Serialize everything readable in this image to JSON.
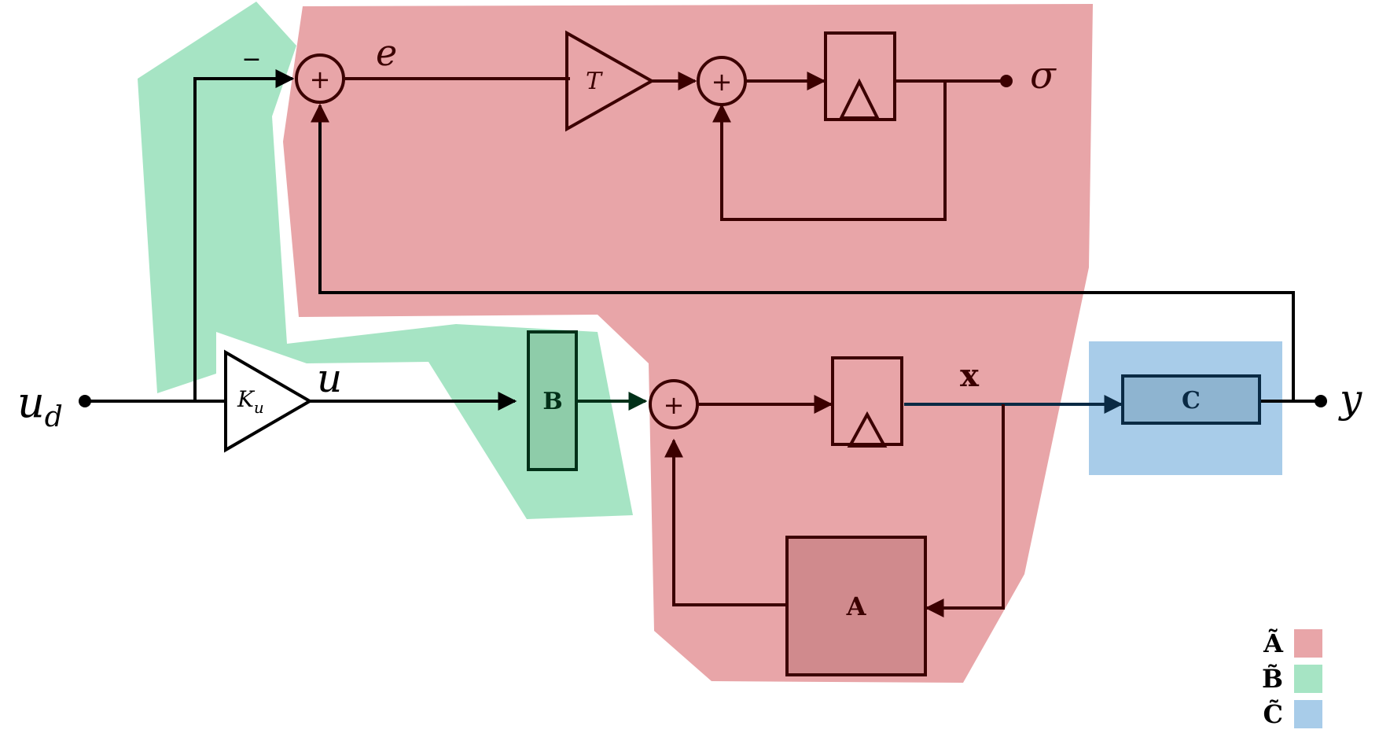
{
  "labels": {
    "u_d": "u",
    "u_d_sub": "d",
    "u": "u",
    "e": "e",
    "sigma": "σ",
    "y": "y",
    "x": "x",
    "minus": "−",
    "gain_Ku": "K",
    "gain_Ku_sub": "u",
    "gain_T": "T"
  },
  "blocks": {
    "B": "B",
    "C": "C",
    "A": "A"
  },
  "sum_symbol": "+",
  "legend": [
    {
      "label": "Ã",
      "color": "#e8a5a8"
    },
    {
      "label": "B̃",
      "color": "#a6e4c4"
    },
    {
      "label": "C̃",
      "color": "#a8cce9"
    }
  ],
  "colors": {
    "region_A": "#e8a5a8",
    "region_B": "#a6e4c4",
    "region_C": "#a8cce9",
    "wire_dark": "#000000",
    "wire_A": "#3b0000",
    "wire_B": "#003018",
    "wire_C": "#0a2a44",
    "block_A_fill": "#d08a8d",
    "block_B_fill": "#8ecca9",
    "block_C_fill": "#8eb4d0"
  }
}
